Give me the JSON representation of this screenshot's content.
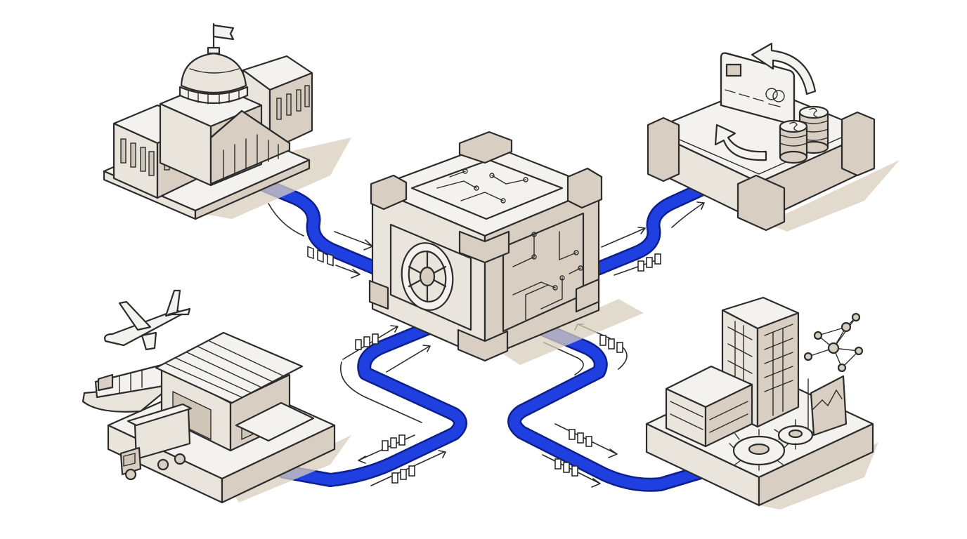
{
  "colors": {
    "pipe": "#1f3fe0",
    "pipe_outline": "#0d1f8a",
    "ink": "#2c2c2c",
    "shadow": "#d9cdbd",
    "background": "#ffffff"
  },
  "nodes": [
    {
      "id": "government",
      "icon": "capitol-building-icon"
    },
    {
      "id": "payments",
      "icon": "card-and-coins-icon"
    },
    {
      "id": "logistics",
      "icon": "warehouse-plane-ship-truck-icon"
    },
    {
      "id": "enterprise",
      "icon": "office-buildings-gears-network-icon"
    },
    {
      "id": "hub",
      "icon": "vault-circuit-cube-icon"
    }
  ],
  "links": [
    {
      "from": "government",
      "to": "hub",
      "direction": "bidirectional"
    },
    {
      "from": "payments",
      "to": "hub",
      "direction": "bidirectional"
    },
    {
      "from": "logistics",
      "to": "hub",
      "direction": "bidirectional"
    },
    {
      "from": "enterprise",
      "to": "hub",
      "direction": "bidirectional"
    }
  ]
}
